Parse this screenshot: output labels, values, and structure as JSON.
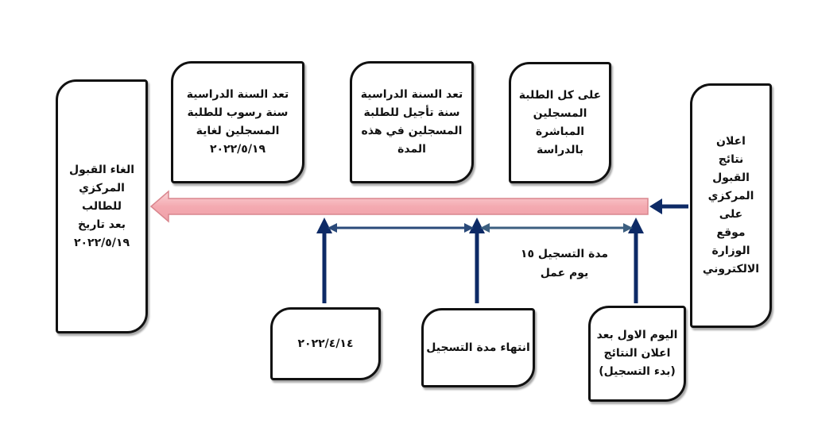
{
  "boxes": {
    "cancel": "الغاء القبول\nالمركزي للطالب\nبعد تاريخ\n٢٠٢٢/٥/١٩",
    "fail_year": "تعد السنة الدراسية\nسنة رسوب للطلبة\nالمسجلين لغاية\n٢٠٢٢/٥/١٩",
    "defer_year": "تعد السنة الدراسية\nسنة تأجيل للطلبة\nالمسجلين في هذه\nالمدة",
    "all_students": "على كل الطلبة\nالمسجلين\nالمباشرة\nبالدراسة",
    "announce": "اعلان\nنتائج\nالقبول\nالمركزي\nعلى\nموقع\nالوزارة\nالالكتروني",
    "date": "٢٠٢٢/٤/١٤",
    "end_registration": "انتهاء مدة التسجيل",
    "first_day": "اليوم الاول بعد\nاعلان النتائج\n(بدء التسجيل)"
  },
  "registration_period": "مدة التسجيل ١٥\nيوم عمل",
  "colors": {
    "arrow": "#0d2a66",
    "timeline_fill": "#f6b8bd",
    "timeline_stroke": "#d9868e",
    "double_arrow": "#2a4a7a"
  }
}
